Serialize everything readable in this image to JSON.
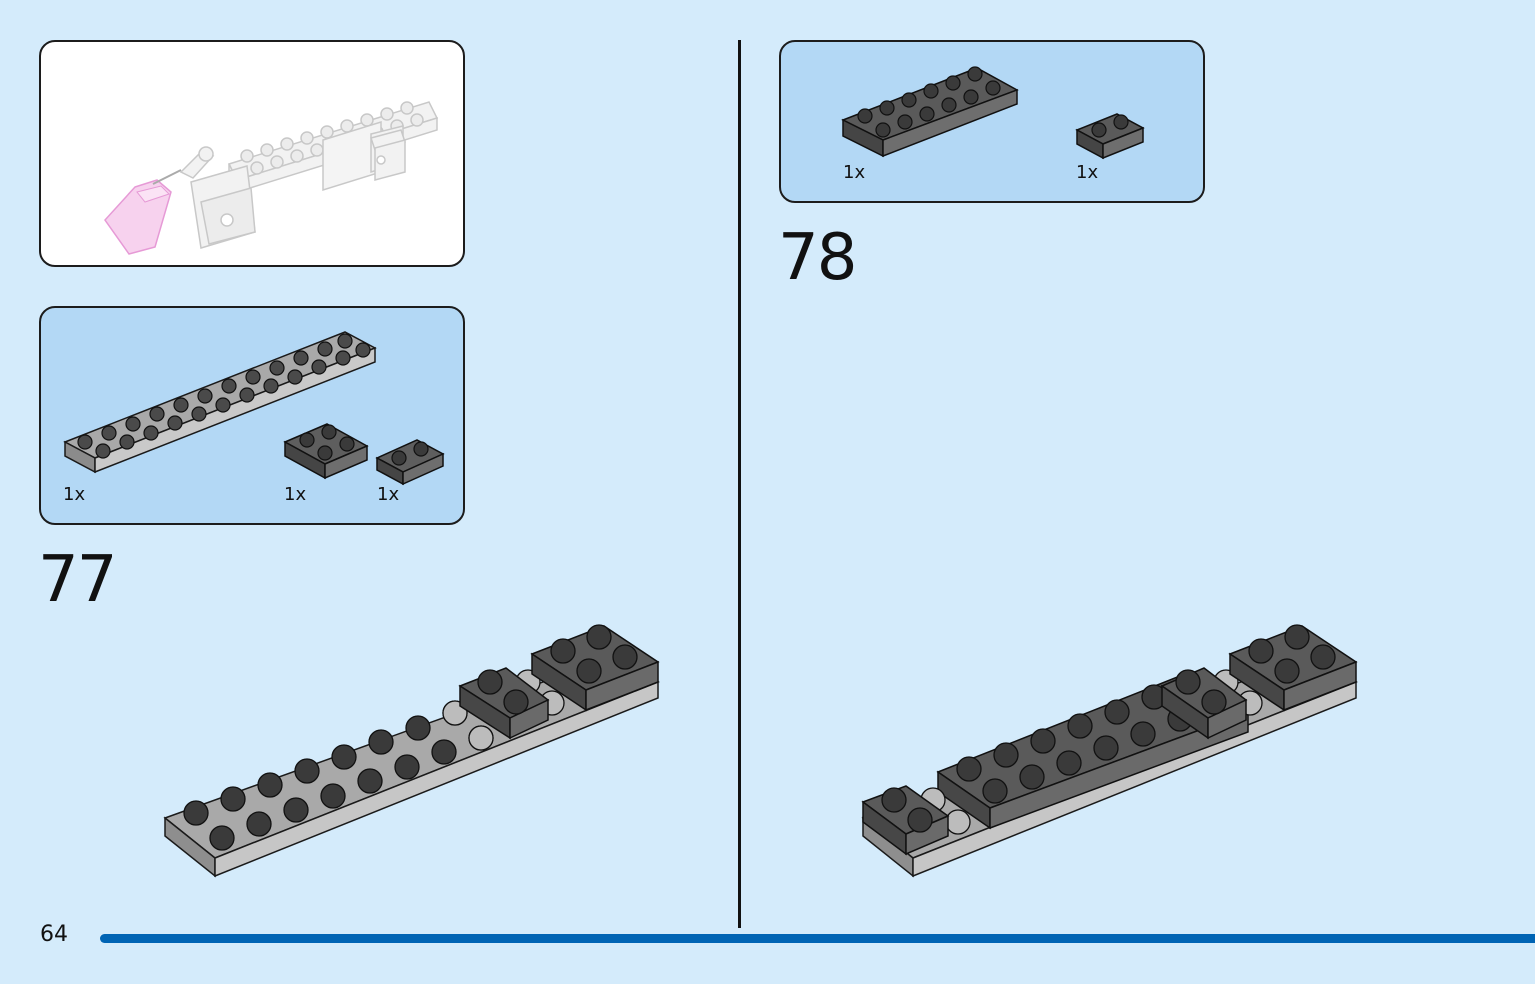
{
  "page_number": "64",
  "colors": {
    "background": "#d4ebfb",
    "parts_panel": "#b3d8f5",
    "page_bar": "#0064b4",
    "light_grey_brick": "#a9a9a9",
    "dark_grey_brick": "#5a5a5a"
  },
  "steps": [
    {
      "number": "77",
      "parts": [
        {
          "qty": "1x",
          "part": "plate-2x12-light-grey"
        },
        {
          "qty": "1x",
          "part": "plate-2x2-dark-grey"
        },
        {
          "qty": "1x",
          "part": "plate-1x2-dark-grey"
        }
      ]
    },
    {
      "number": "78",
      "parts": [
        {
          "qty": "1x",
          "part": "plate-2x6-dark-grey"
        },
        {
          "qty": "1x",
          "part": "plate-1x2-dark-grey"
        }
      ]
    }
  ],
  "icons": [
    "reference-model-image",
    "brick-part-image"
  ]
}
